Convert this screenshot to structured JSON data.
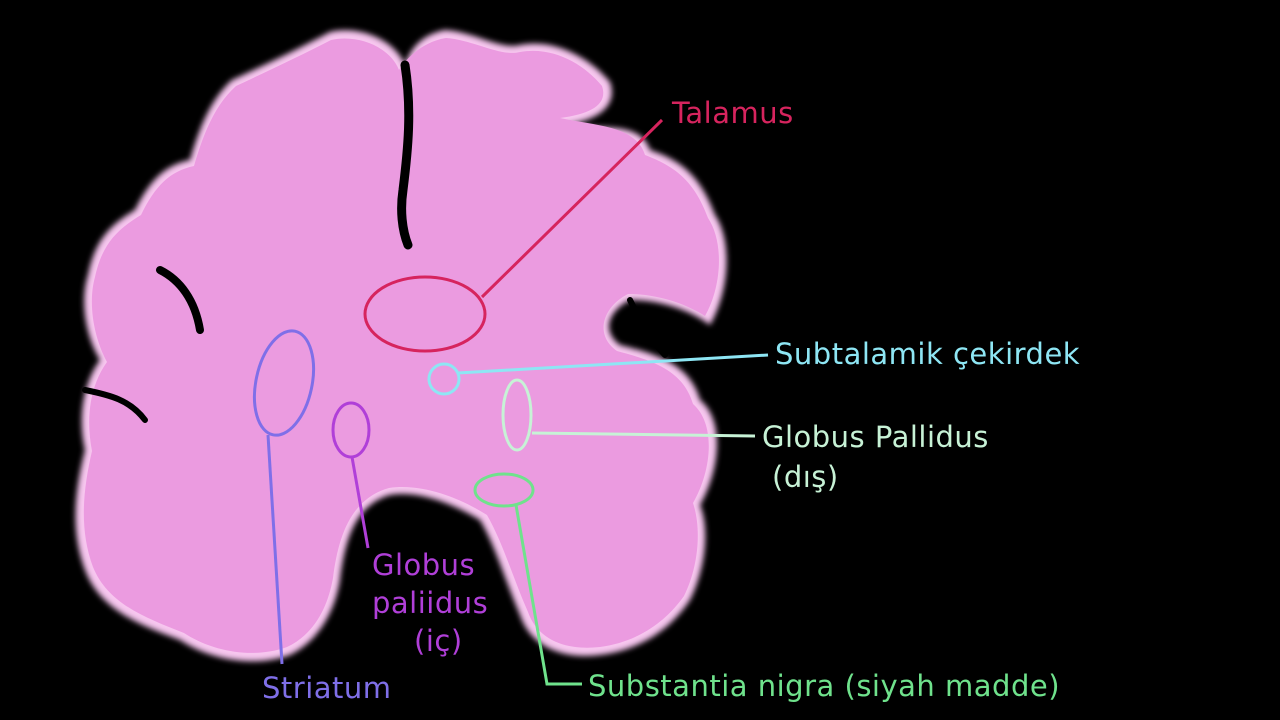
{
  "colors": {
    "background": "#000000",
    "brain_fill": "#eb9be0",
    "brain_edge": "#f7c6ef",
    "talamus": "#d6245e",
    "subtalamik": "#8ee6f4",
    "globus_pallidus_dis": "#c7f2d6",
    "substantia_nigra": "#6fe28c",
    "striatum": "#7f6fe8",
    "globus_pallidus_ic": "#b03fd8"
  },
  "labels": {
    "talamus": "Talamus",
    "subtalamik": "Subtalamik çekirdek",
    "gp_dis_line1": "Globus Pallidus",
    "gp_dis_line2": "(dış)",
    "gp_ic_line1": "Globus",
    "gp_ic_line2": "paliidus",
    "gp_ic_line3": "(iç)",
    "substantia_nigra": "Substantia nigra (siyah madde)",
    "striatum": "Striatum"
  }
}
